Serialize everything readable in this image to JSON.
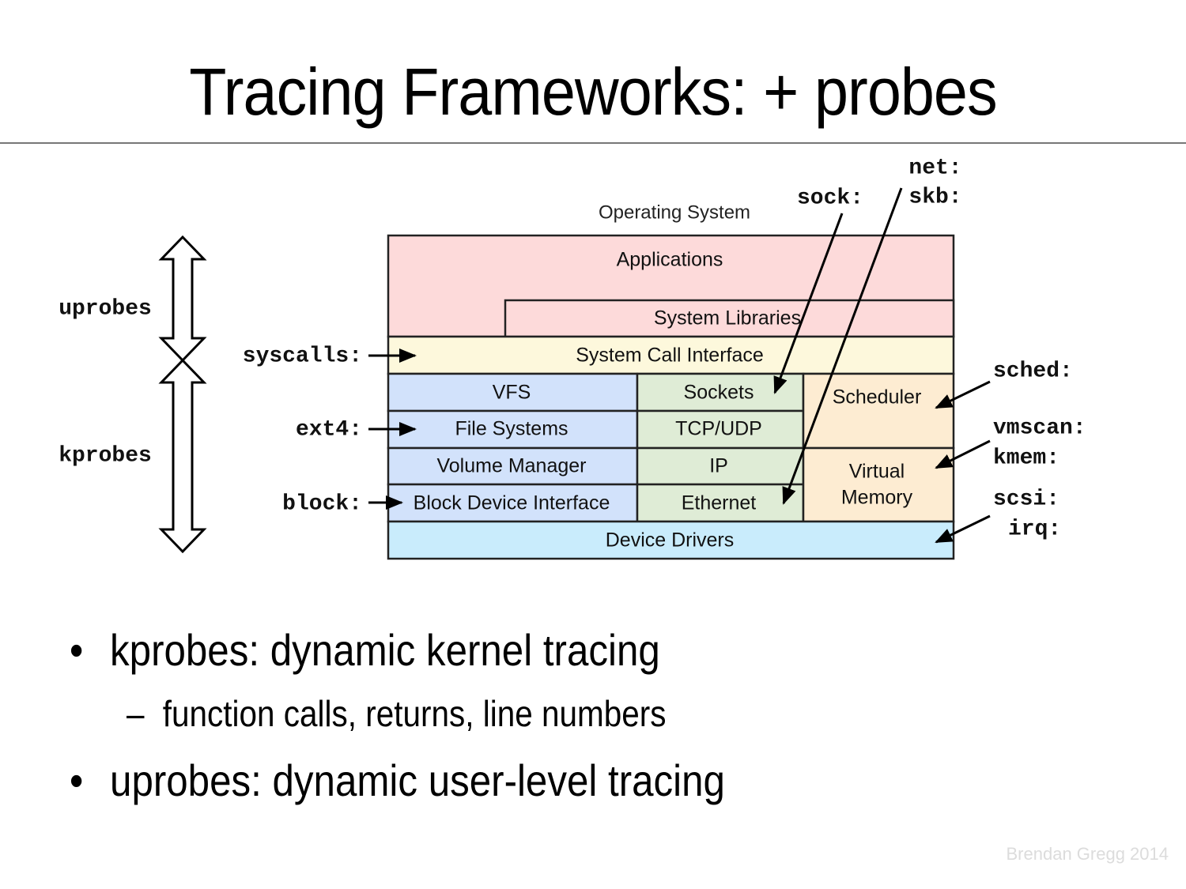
{
  "slide": {
    "title": "Tracing Frameworks: + probes",
    "footer": "Brendan Gregg 2014"
  },
  "diagram": {
    "os_label": "Operating System",
    "colors": {
      "applications": "#fddada",
      "syscall": "#fdf8dc",
      "storage": "#d2e2fb",
      "network": "#dfecd6",
      "cpu_mem": "#fdecd2",
      "drivers": "#c9ecfc",
      "border": "#222222"
    },
    "boxes": {
      "applications": "Applications",
      "system_libraries": "System Libraries",
      "system_call_interface": "System Call Interface",
      "vfs": "VFS",
      "file_systems": "File Systems",
      "volume_manager": "Volume Manager",
      "block_device_interface": "Block Device Interface",
      "sockets": "Sockets",
      "tcp_udp": "TCP/UDP",
      "ip": "IP",
      "ethernet": "Ethernet",
      "scheduler": "Scheduler",
      "virtual_memory_1": "Virtual",
      "virtual_memory_2": "Memory",
      "device_drivers": "Device Drivers"
    },
    "side_labels": {
      "uprobes": "uprobes",
      "kprobes": "kprobes"
    },
    "probes": {
      "syscalls": "syscalls:",
      "ext4": "ext4:",
      "block": "block:",
      "sock": "sock:",
      "net": "net:",
      "skb": "skb:",
      "sched": "sched:",
      "vmscan": "vmscan:",
      "kmem": "kmem:",
      "scsi": "scsi:",
      "irq": "irq:"
    }
  },
  "bullets": [
    {
      "bullet": "•",
      "text": "kprobes: dynamic kernel tracing",
      "sub": [
        {
          "dash": "–",
          "text": "function calls, returns, line numbers"
        }
      ]
    },
    {
      "bullet": "•",
      "text": "uprobes: dynamic user-level tracing"
    }
  ]
}
